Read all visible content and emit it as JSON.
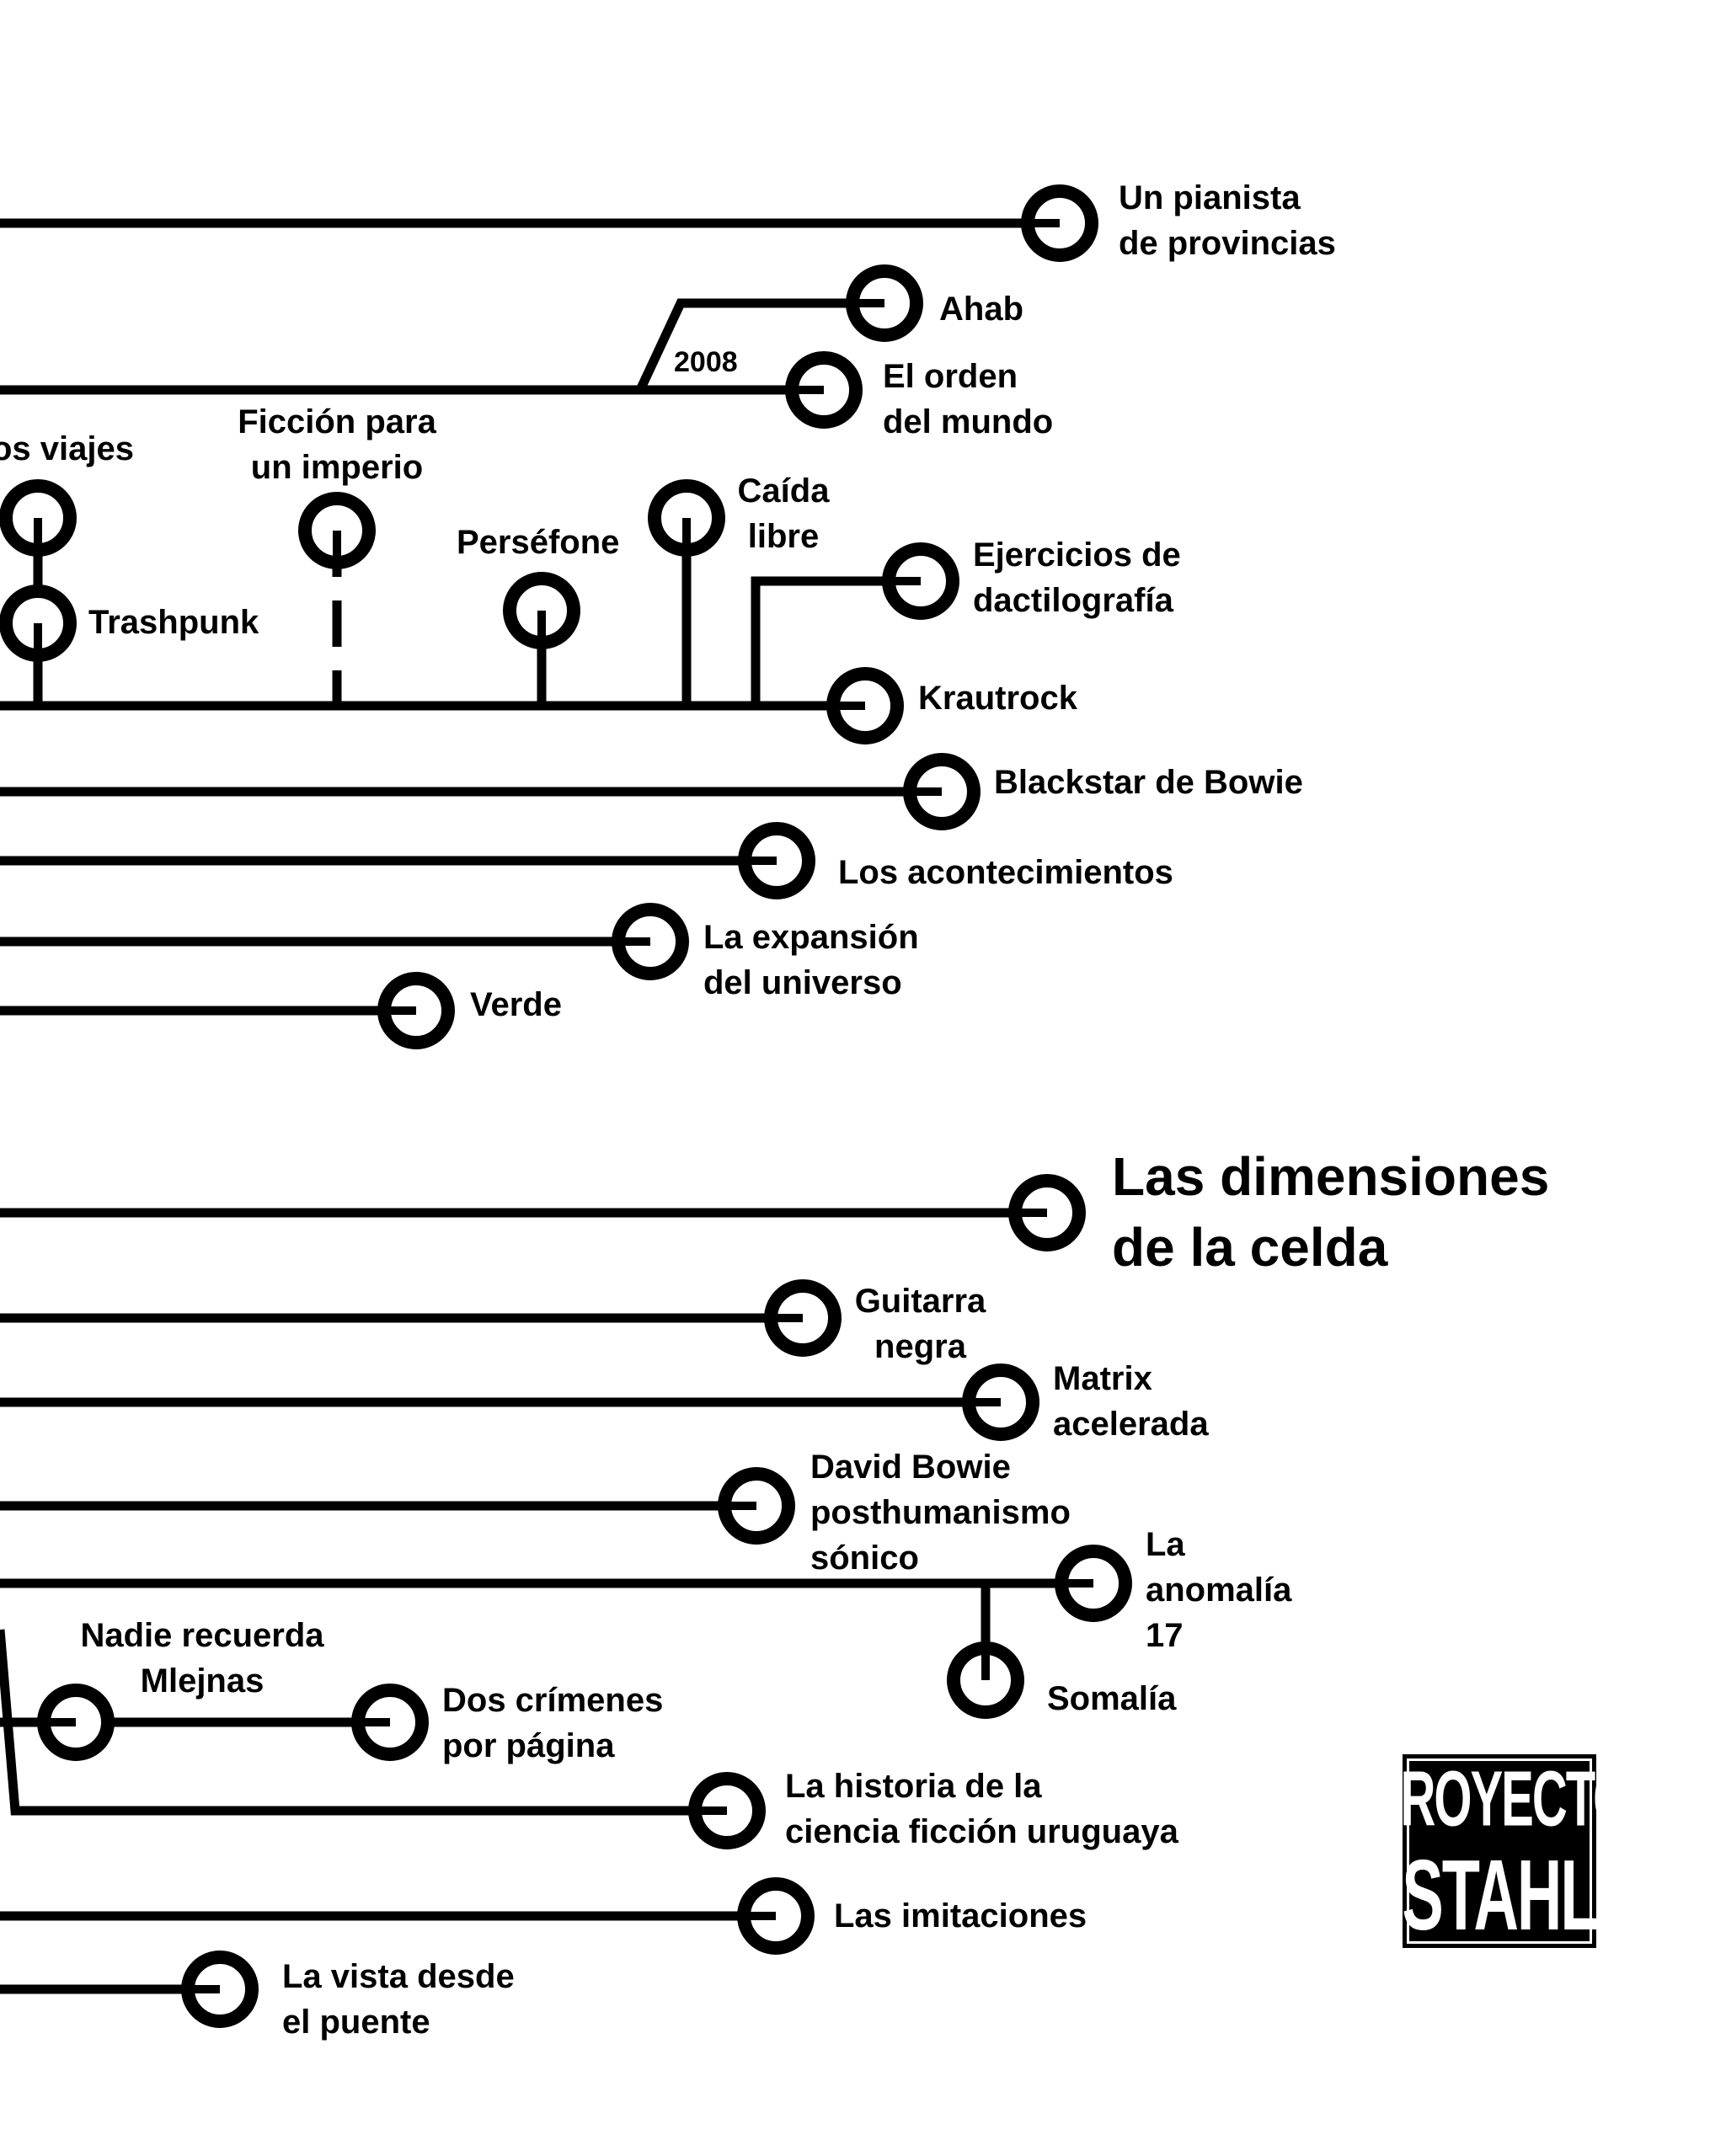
{
  "labels": {
    "pianista": "Un pianista\nde provincias",
    "ahab": "Ahab",
    "year": "2008",
    "orden": "El orden\ndel mundo",
    "viajes": "os viajes",
    "ficcion": "Ficción para\nun imperio",
    "persefone": "Perséfone",
    "caida": "Caída\nlibre",
    "ejercicios": "Ejercicios de\ndactilografía",
    "trashpunk": "Trashpunk",
    "krautrock": "Krautrock",
    "blackstar": "Blackstar de Bowie",
    "acontecimientos": "Los acontecimientos",
    "expansion": "La expansión\ndel universo",
    "verde": "Verde",
    "dimensiones": "Las dimensiones\nde la celda",
    "guitarra": "Guitarra\nnegra",
    "matrix": "Matrix\nacelerada",
    "bowie": "David Bowie\nposthumanismo\nsónico",
    "anomalia": "La\nanomalía\n17",
    "nadie": "Nadie recuerda\nMlejnas",
    "somalia": "Somalía",
    "crimenes": "Dos crímenes\npor página",
    "historia": "La historia de la\nciencia ficción uruguaya",
    "imitaciones": "Las imitaciones",
    "vista": "La vista desde\nel puente"
  },
  "logo": {
    "line1": "PROYECTO",
    "line2": "STAHL"
  },
  "colors": {
    "ink": "#000000",
    "paper": "#ffffff"
  }
}
